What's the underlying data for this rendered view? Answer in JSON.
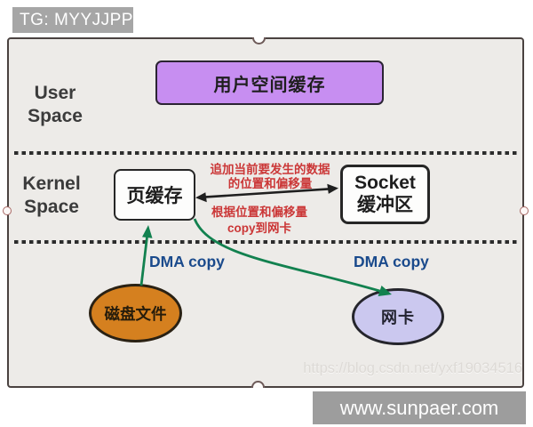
{
  "watermarks": {
    "tg_badge": "TG: MYYJJPP",
    "csdn_url": "https://blog.csdn.net/yxf19034516",
    "site_badge": "www.sunpaer.com"
  },
  "diagram": {
    "user_space_label": "User\nSpace",
    "kernel_space_label": "Kernel\nSpace",
    "user_cache_box": "用户空间缓存",
    "page_cache_box": "页缓存",
    "socket_box": "Socket\n缓冲区",
    "annotation_append": "追加当前要发生的数据\n的位置和偏移量",
    "annotation_copy": "根据位置和偏移量\ncopy到网卡",
    "dma_copy_left": "DMA copy",
    "dma_copy_right": "DMA copy",
    "disk_file_ellipse": "磁盘文件",
    "nic_ellipse": "网卡"
  },
  "colors": {
    "user_cache_fill": "#c78ef1",
    "disk_file_fill": "#d5801f",
    "nic_fill": "#cbc8ef",
    "annotation_red": "#cb3737",
    "dma_label_blue": "#1a4a8c",
    "arrow_green": "#12814f",
    "arrow_black": "#1f1f1f",
    "panel_background": "#edebe8",
    "badge_gray": "#a6a6a6"
  }
}
